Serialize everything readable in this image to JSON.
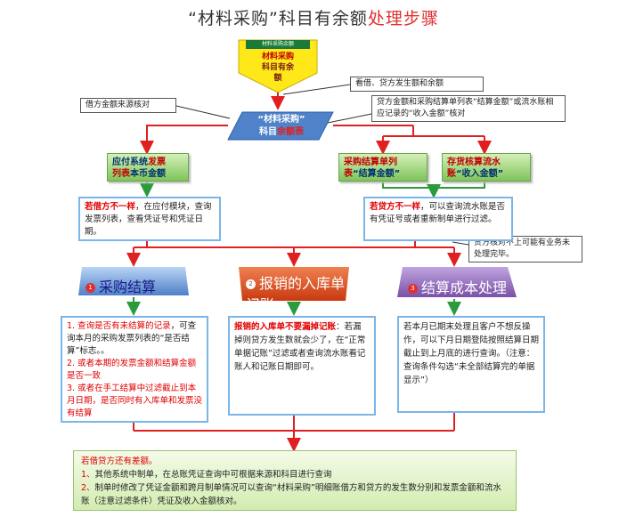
{
  "title": {
    "main": "“材料采购”科目有余额",
    "accent": "处理步骤"
  },
  "start": {
    "tag": "材料采购余额",
    "label_line1": "材料采购",
    "label_line2": "科目有余",
    "label_line3": "额"
  },
  "notes": {
    "check_balance": "看借、贷方发生额和余额",
    "debit_source": "借方金额来源核对",
    "credit_compare": "贷方金额和采购结算单列表“结算金额”或流水账相应记录的“收入金额”核对",
    "credit_mismatch": "贷方核对不上可能有业务未处理完毕。"
  },
  "subject": {
    "line1": "“材料采购”",
    "line2_prefix": "科目",
    "line2_accent": "余额表"
  },
  "green_boxes": {
    "payable": {
      "line1a": "应付系统",
      "line1b": "发票",
      "line2a": "列表",
      "line2b": "本币金额"
    },
    "purchase_settle": {
      "line1": "采购结算单列",
      "line2a": "表",
      "line2b": "“结算金额”"
    },
    "inventory_ledger": {
      "line1": "存货核算流水",
      "line2a": "账",
      "line2b": "“收入金额”"
    }
  },
  "check_boxes": {
    "debit": {
      "lead": "若借方不一样",
      "text": "，在应付模块，查询发票列表，查看凭证号和凭证日期。"
    },
    "credit": {
      "lead": "若贷方不一样",
      "text": "，可以查询流水账是否有凭证号或者重新制单进行过滤。"
    }
  },
  "processes": [
    {
      "num": "1",
      "label": "采购结算"
    },
    {
      "num": "2",
      "label": "报销的入库单记账"
    },
    {
      "num": "3",
      "label": "结算成本处理"
    }
  ],
  "detail_boxes": {
    "settle": {
      "p1_red": "1. 查询是否有未结算的记录",
      "p1_rest": "，可查询本月的采购发票列表的“是否结算”标志。。",
      "p2": "2. 或者本期的发票金额和结算金额是否一致",
      "p3": "3. 或者在手工结算中过滤截止到本月日期，是否同时有入库单和发票没有结算"
    },
    "reimburse": {
      "lead": "报销的入库单不要漏掉记账",
      "text": "：若漏掉则贷方发生数就会少了，在“正常单据记账”过滤或者查询流水账看记账人和记账日期即可。"
    },
    "cost": {
      "text": "若本月已期末处理且客户不想反操作，可以下月日期登陆按照结算日期截止到上月底的进行查询。（注意：查询条件勾选“未全部结算完的单据显示”）"
    }
  },
  "final": {
    "title": "若借贷方还有差额。",
    "item1_num": "1、",
    "item1": "其他系统中制单，在总账凭证查询中可根据来源和科目进行查询",
    "item2_num": "2、",
    "item2": "制单时修改了凭证金额和跨月制单情况可以查询“材料采购”明细账借方和贷方的发生数分别和发票金额和流水账（注意过滤条件）凭证及收入金额核对。"
  },
  "colors": {
    "red": "#e02020",
    "green": "#2a9a3a",
    "blue": "#2d5fa8",
    "light_blue": "#7ab6e8"
  }
}
